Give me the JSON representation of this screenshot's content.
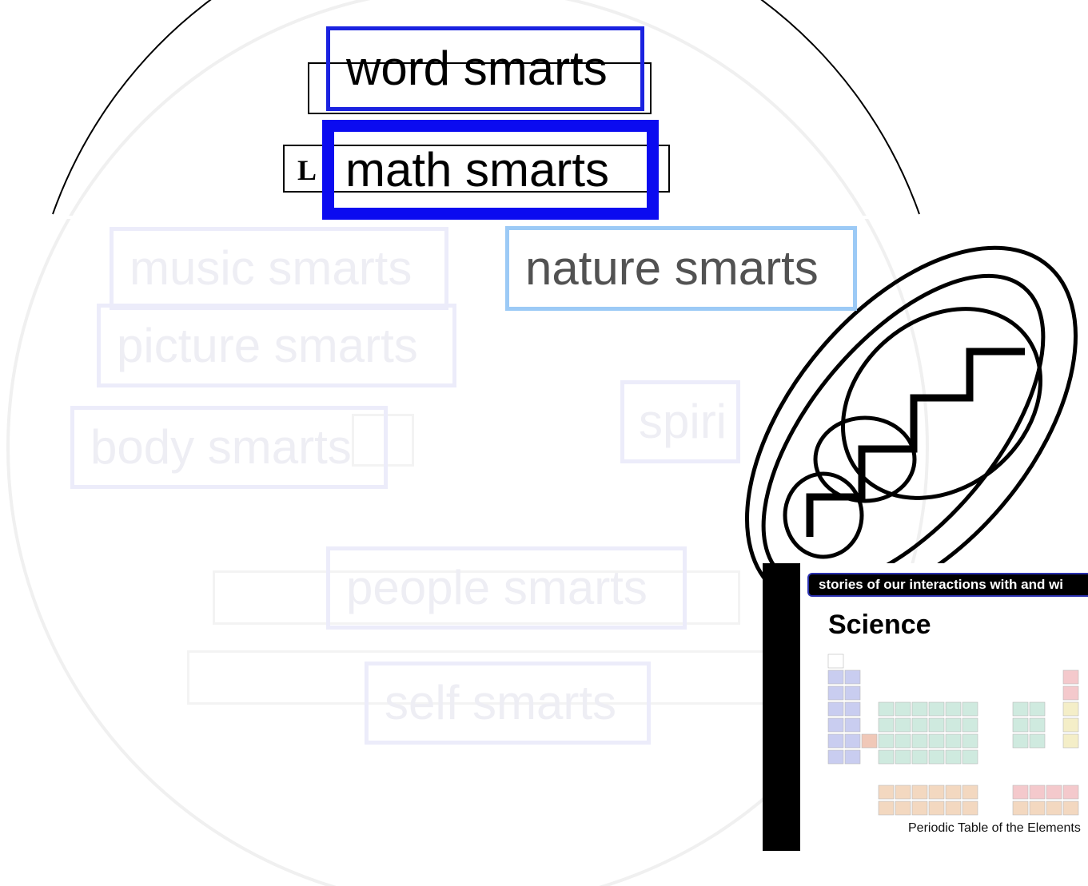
{
  "labels": {
    "word": "word smarts",
    "math": "math smarts",
    "nature": "nature smarts",
    "music": "music smarts",
    "picture": "picture smarts",
    "body": "body smarts",
    "spirit": "spiri",
    "people": "people smarts",
    "self": "self smarts"
  },
  "behind_letter": "L",
  "panel": {
    "banner": "stories of our interactions with and wi",
    "heading": "Science",
    "caption": "Periodic Table of the Elements"
  },
  "colors": {
    "word_border": "#1a22e0",
    "math_border": "#0b0bf0",
    "nature_border": "#9ccaf6",
    "faded_text": "#eeeef4",
    "faded_border": "#ececfa"
  },
  "icons": [
    "nested-ellipses-staircase-icon",
    "periodic-table-icon"
  ]
}
